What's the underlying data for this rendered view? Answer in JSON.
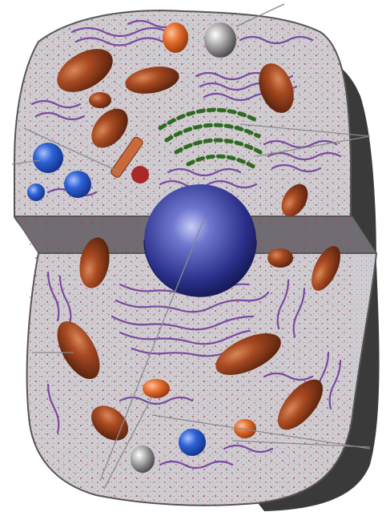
{
  "figure": {
    "kind": "cell-cross-section-illustration",
    "text_labels": [],
    "leader_line_count": 9
  },
  "parts": {
    "nucleus": "nucleus",
    "golgi": "golgi-apparatus",
    "er": "endoplasmic-reticulum",
    "mitochondria": "mitochondrion",
    "lysosomes": "lysosome",
    "vacuoles": "vacuole",
    "centrioles": "centriole",
    "ribosomes": "ribosome",
    "vesicles": "secretory-vesicle",
    "membrane": "cell-membrane",
    "cytoplasm": "cytoplasm"
  },
  "colors": {
    "cytoplasm": "#c9c7cc",
    "shadow": "#3a3a3a",
    "outline": "#555555",
    "er": "#7a4aa0",
    "golgi": "#2f6a22",
    "mitochondria": "#7a2f14",
    "mitochondria_highlight": "#c06a3a",
    "nucleus": "#2a2f8a",
    "nucleus_highlight": "#9aa2e8",
    "vacuole": "#2050c0",
    "lysosome": "#d0581c",
    "ribosome": "#b03050",
    "leader_line": "#8a8a8a",
    "cut_face": "#9c9aa0"
  }
}
